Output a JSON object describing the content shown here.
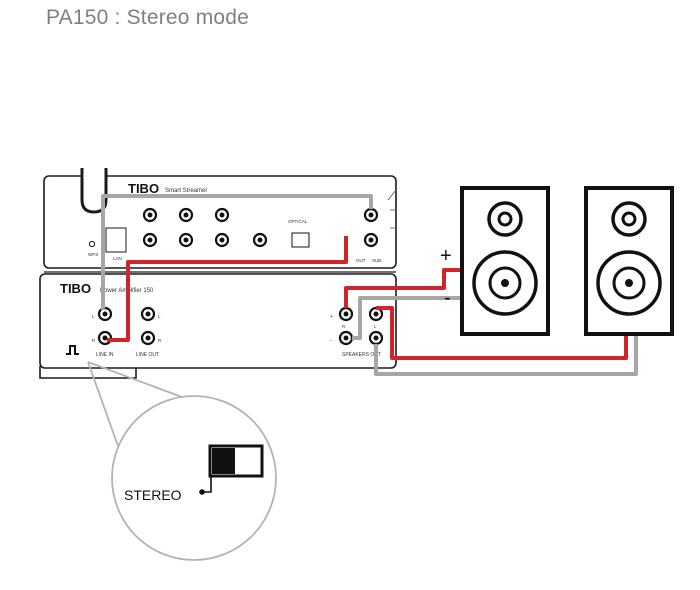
{
  "title": "PA150 : Stereo mode",
  "streamer": {
    "brand": "TIBO",
    "model": "Smart Streamer",
    "labels": {
      "wps": "WPS",
      "lan": "LAN",
      "optical": "OPTICAL",
      "out": "OUT",
      "sub": "SUB"
    }
  },
  "amplifier": {
    "brand": "TIBO",
    "model": "Power Amplifier 150",
    "labels": {
      "line_in": "LINE IN",
      "line_out": "LINE OUT",
      "speakers_out": "SPEAKERS OUT",
      "l": "L",
      "r": "R"
    }
  },
  "polarity": {
    "plus": "+",
    "minus": "-"
  },
  "switch": {
    "label": "STEREO"
  },
  "colors": {
    "red_cable": "#d2232a",
    "grey_cable": "#a6a6a6",
    "line": "#1a1a1a",
    "title": "#808080"
  }
}
